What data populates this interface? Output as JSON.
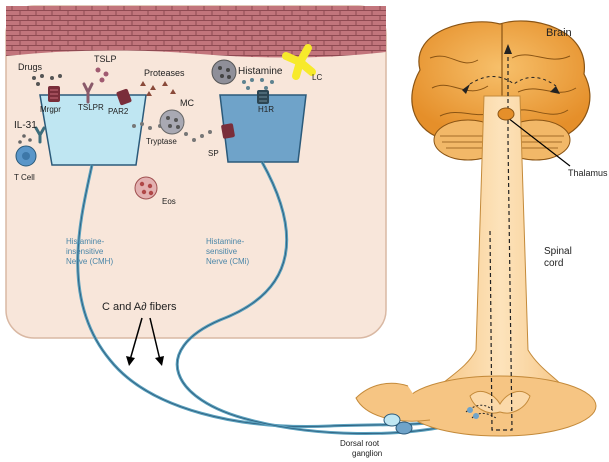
{
  "skin_panel": {
    "labels": {
      "drugs": "Drugs",
      "tslp": "TSLP",
      "proteases": "Proteases",
      "histamine": "Histamine",
      "lc": "LC",
      "il31": "IL-31",
      "mrgpr": "Mrgpr",
      "tslpr": "TSLPR",
      "par2": "PAR2",
      "mc": "MC",
      "h1r": "H1R",
      "tryptase": "Tryptase",
      "sp": "SP",
      "t_cell": "T Cell",
      "eos": "Eos"
    },
    "nerves": {
      "cmh_line1": "Histamine-",
      "cmh_line2": "insensitive",
      "cmh_line3": "Nerve (CMH)",
      "cmi_line1": "Histamine-",
      "cmi_line2": "sensitive",
      "cmi_line3": "Nerve (CMi)"
    },
    "fibers": "C and A∂ fibers"
  },
  "cns": {
    "brain": "Brain",
    "thalamus": "Thalamus",
    "spinal_cord_line1": "Spinal",
    "spinal_cord_line2": "cord",
    "drg_line1": "Dorsal root",
    "drg_line2": "ganglion"
  },
  "colors": {
    "skin_bg": "#f8e6da",
    "skin_border": "#d9b8a3",
    "epidermis": "#c2757c",
    "nerve_terminal": "#bfe6f2",
    "nerve_terminal_2": "#6fa3c9",
    "nerve_line": "#5aa0bd",
    "brain": "#f2a446",
    "cord": "#fbd9a9",
    "lc": "#f7ea2b",
    "tcell": "#5a96c9"
  }
}
